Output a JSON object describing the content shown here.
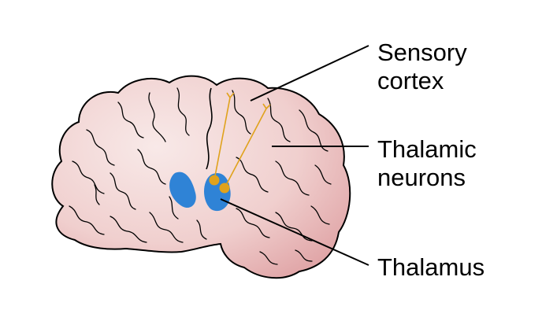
{
  "labels": {
    "sensory_cortex": [
      "Sensory",
      "cortex"
    ],
    "thalamic_neurons": [
      "Thalamic",
      "neurons"
    ],
    "thalamus": "Thalamus"
  },
  "colors": {
    "brain_fill_light": "#f6e3e2",
    "brain_fill_dark": "#e3a9ab",
    "brain_outline": "#000000",
    "thalamus_fill": "#2f83d6",
    "neuron": "#e0a21c",
    "leader_line": "#000000"
  }
}
